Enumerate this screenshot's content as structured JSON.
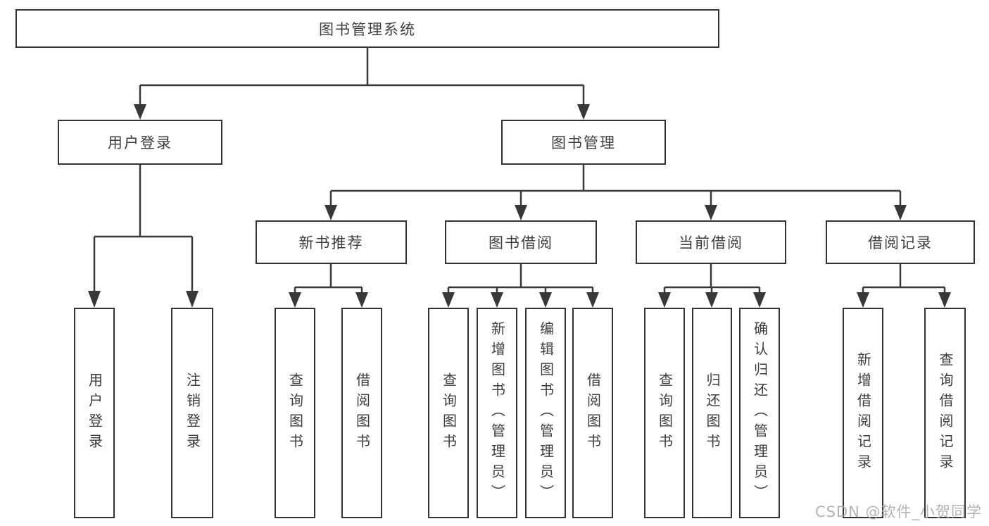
{
  "root": {
    "label": "图书管理系统"
  },
  "login": {
    "label": "用户登录",
    "children": [
      {
        "label": "用户登录"
      },
      {
        "label": "注销登录"
      }
    ]
  },
  "management": {
    "label": "图书管理",
    "groups": [
      {
        "label": "新书推荐",
        "children": [
          {
            "label": "查询图书"
          },
          {
            "label": "借阅图书"
          }
        ]
      },
      {
        "label": "图书借阅",
        "children": [
          {
            "label": "查询图书"
          },
          {
            "label": "新增图书（管理员）"
          },
          {
            "label": "编辑图书（管理员）"
          },
          {
            "label": "借阅图书"
          }
        ]
      },
      {
        "label": "当前借阅",
        "children": [
          {
            "label": "查询图书"
          },
          {
            "label": "归还图书"
          },
          {
            "label": "确认归还（管理员）"
          }
        ]
      },
      {
        "label": "借阅记录",
        "children": [
          {
            "label": "新增借阅记录"
          },
          {
            "label": "查询借阅记录"
          }
        ]
      }
    ]
  },
  "watermark": {
    "label": "CSDN @软件_小贺同学"
  },
  "colors": {
    "line": "#383838",
    "border": "#333333",
    "text": "#3d3d3d",
    "watermark": "#a8a8a8",
    "background": "#ffffff"
  }
}
